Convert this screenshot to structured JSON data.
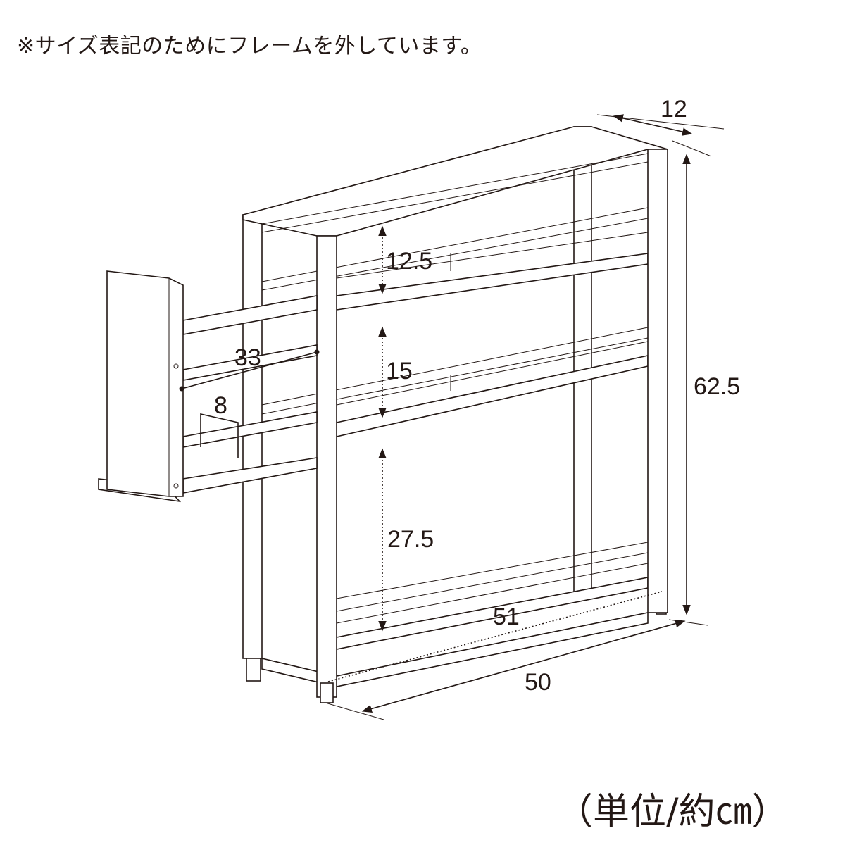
{
  "note": "※サイズ表記のためにフレームを外しています。",
  "unit_label": "（単位/約㎝）",
  "dimensions": {
    "depth": "12",
    "height": "62.5",
    "shelf_gap_top": "12.5",
    "shelf_gap_middle": "15",
    "shelf_gap_bottom": "27.5",
    "drawer_extension": "33",
    "drawer_stopper": "8",
    "inner_width": "51",
    "width": "50"
  },
  "colors": {
    "line": "#231815",
    "background": "#ffffff"
  }
}
